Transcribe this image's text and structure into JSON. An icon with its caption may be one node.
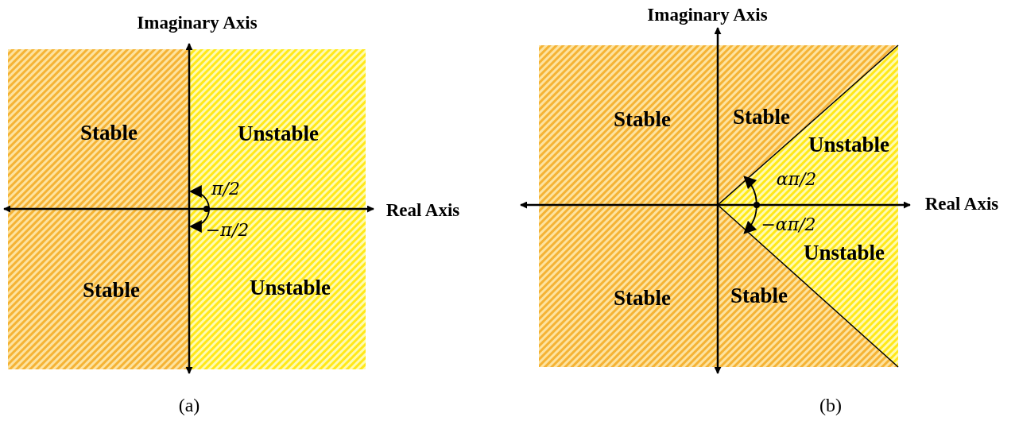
{
  "diagram": {
    "labels": [
      "Imaginary Axis",
      "Stable",
      "Unstable",
      "π/2",
      "Real Axis",
      "−π/2",
      "Stable",
      "Unstable",
      "(a)",
      "Imaginary Axis",
      "Stable",
      "Stable",
      "Unstable",
      "απ/2",
      "Real Axis",
      "−απ/2",
      "Unstable",
      "Stable",
      "Stable",
      "(b)"
    ]
  }
}
